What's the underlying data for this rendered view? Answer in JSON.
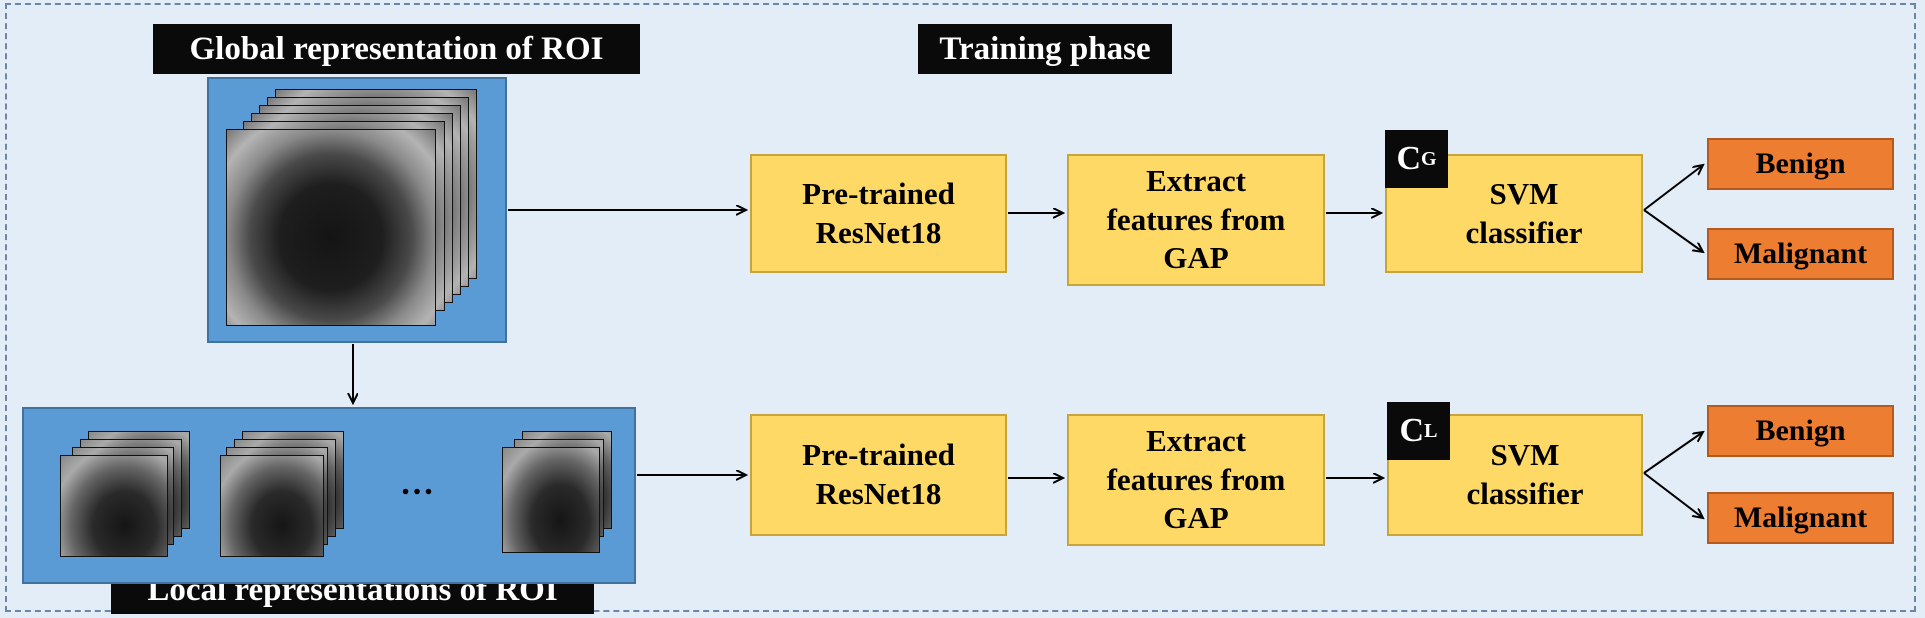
{
  "labels": {
    "global": "Global representation of ROI",
    "training": "Training phase",
    "local": "Local representations of ROI"
  },
  "rows": [
    {
      "model": "Pre-trained\nResNet18",
      "extract": "Extract\nfeatures from\nGAP",
      "classifier_badge": "C",
      "classifier_badge_sub": "G",
      "classifier": "SVM\nclassifier",
      "out1": "Benign",
      "out2": "Malignant"
    },
    {
      "model": "Pre-trained\nResNet18",
      "extract": "Extract\nfeatures from\nGAP",
      "classifier_badge": "C",
      "classifier_badge_sub": "L",
      "classifier": "SVM\nclassifier",
      "out1": "Benign",
      "out2": "Malignant"
    }
  ],
  "ellipsis": "…",
  "colors": {
    "background": "#e3edf8",
    "panel": "#5b9bd5",
    "process_box": "#ffd966",
    "output_box": "#ed7d31",
    "label": "#0a0a0a"
  }
}
